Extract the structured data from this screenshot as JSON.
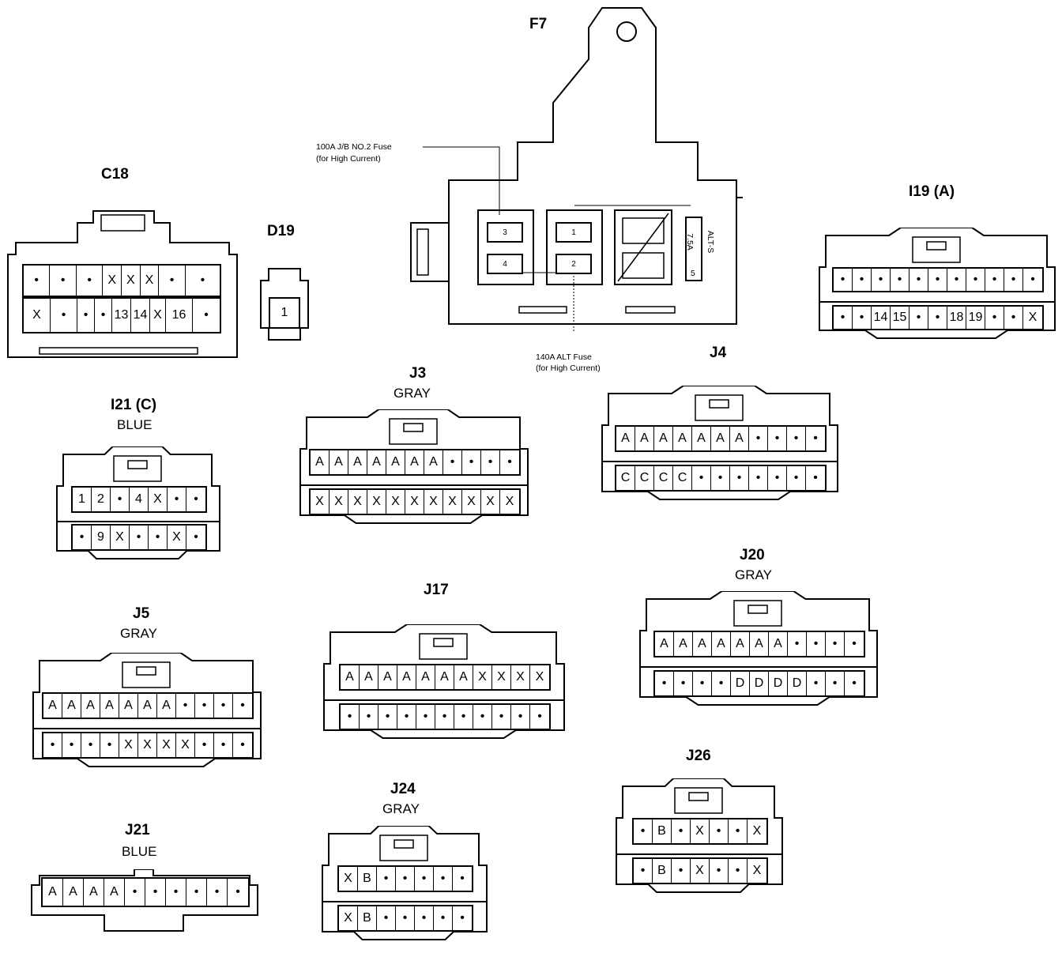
{
  "connectors": {
    "C18": {
      "title": "C18",
      "rows": [
        [
          "•",
          "•",
          "•",
          "X",
          "X",
          "X",
          "•",
          "•"
        ],
        [
          "X",
          "•",
          "•",
          "•",
          "13",
          "14",
          "X",
          "16",
          "•"
        ]
      ]
    },
    "D19": {
      "title": "D19",
      "rows": [
        [
          "1"
        ]
      ]
    },
    "F7": {
      "title": "F7",
      "fuse_100a_label": "100A J/B NO.2 Fuse",
      "fuse_100a_sub": "(for High Current)",
      "fuse_140a_label": "140A ALT Fuse",
      "fuse_140a_sub": "(for High Current)",
      "alts_label": "ALT-S",
      "alts_rating": "7.5A",
      "terminals": [
        "3",
        "4",
        "1",
        "2",
        "5"
      ]
    },
    "I19": {
      "title": "I19 (A)",
      "rows": [
        [
          "•",
          "•",
          "•",
          "•",
          "•",
          "•",
          "•",
          "•",
          "•",
          "•",
          "•"
        ],
        [
          "•",
          "•",
          "14",
          "15",
          "•",
          "•",
          "18",
          "19",
          "•",
          "•",
          "X"
        ]
      ]
    },
    "I21": {
      "title": "I21 (C)",
      "color": "BLUE",
      "rows": [
        [
          "1",
          "2",
          "•",
          "4",
          "X",
          "•",
          "•"
        ],
        [
          "•",
          "9",
          "X",
          "•",
          "•",
          "X",
          "•"
        ]
      ]
    },
    "J3": {
      "title": "J3",
      "color": "GRAY",
      "rows": [
        [
          "A",
          "A",
          "A",
          "A",
          "A",
          "A",
          "A",
          "•",
          "•",
          "•",
          "•"
        ],
        [
          "X",
          "X",
          "X",
          "X",
          "X",
          "X",
          "X",
          "X",
          "X",
          "X",
          "X"
        ]
      ]
    },
    "J4": {
      "title": "J4",
      "rows": [
        [
          "A",
          "A",
          "A",
          "A",
          "A",
          "A",
          "A",
          "•",
          "•",
          "•",
          "•"
        ],
        [
          "C",
          "C",
          "C",
          "C",
          "•",
          "•",
          "•",
          "•",
          "•",
          "•",
          "•"
        ]
      ]
    },
    "J5": {
      "title": "J5",
      "color": "GRAY",
      "rows": [
        [
          "A",
          "A",
          "A",
          "A",
          "A",
          "A",
          "A",
          "•",
          "•",
          "•",
          "•"
        ],
        [
          "•",
          "•",
          "•",
          "•",
          "X",
          "X",
          "X",
          "X",
          "•",
          "•",
          "•"
        ]
      ]
    },
    "J17": {
      "title": "J17",
      "rows": [
        [
          "A",
          "A",
          "A",
          "A",
          "A",
          "A",
          "A",
          "X",
          "X",
          "X",
          "X"
        ],
        [
          "•",
          "•",
          "•",
          "•",
          "•",
          "•",
          "•",
          "•",
          "•",
          "•",
          "•"
        ]
      ]
    },
    "J20": {
      "title": "J20",
      "color": "GRAY",
      "rows": [
        [
          "A",
          "A",
          "A",
          "A",
          "A",
          "A",
          "A",
          "•",
          "•",
          "•",
          "•"
        ],
        [
          "•",
          "•",
          "•",
          "•",
          "D",
          "D",
          "D",
          "D",
          "•",
          "•",
          "•"
        ]
      ]
    },
    "J21": {
      "title": "J21",
      "color": "BLUE",
      "rows": [
        [
          "A",
          "A",
          "A",
          "A",
          "•",
          "•",
          "•",
          "•",
          "•",
          "•"
        ]
      ]
    },
    "J24": {
      "title": "J24",
      "color": "GRAY",
      "rows": [
        [
          "X",
          "B",
          "•",
          "•",
          "•",
          "•",
          "•"
        ],
        [
          "X",
          "B",
          "•",
          "•",
          "•",
          "•",
          "•"
        ]
      ]
    },
    "J26": {
      "title": "J26",
      "rows": [
        [
          "•",
          "B",
          "•",
          "X",
          "•",
          "•",
          "X"
        ],
        [
          "•",
          "B",
          "•",
          "X",
          "•",
          "•",
          "X"
        ]
      ]
    }
  }
}
